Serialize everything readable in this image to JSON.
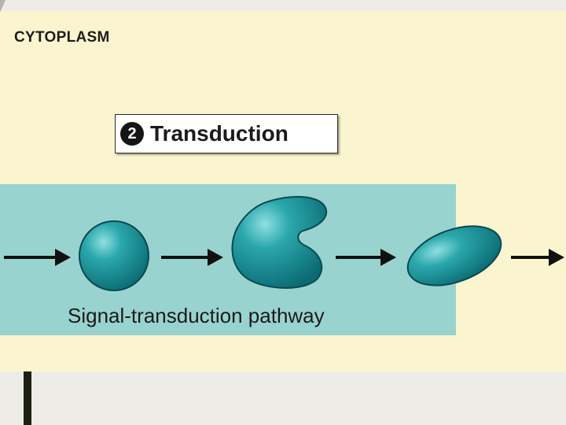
{
  "diagram": {
    "region_label": "CYTOPLASM",
    "step": {
      "number": "2",
      "title": "Transduction"
    },
    "pathway_label": "Signal-transduction pathway",
    "molecules": [
      "sphere",
      "notched-shape",
      "oval"
    ],
    "colors": {
      "panel": "#fbf5cf",
      "pathway_box": "#99d3cf",
      "molecule": "#1f9aa0",
      "arrow": "#111111"
    }
  }
}
